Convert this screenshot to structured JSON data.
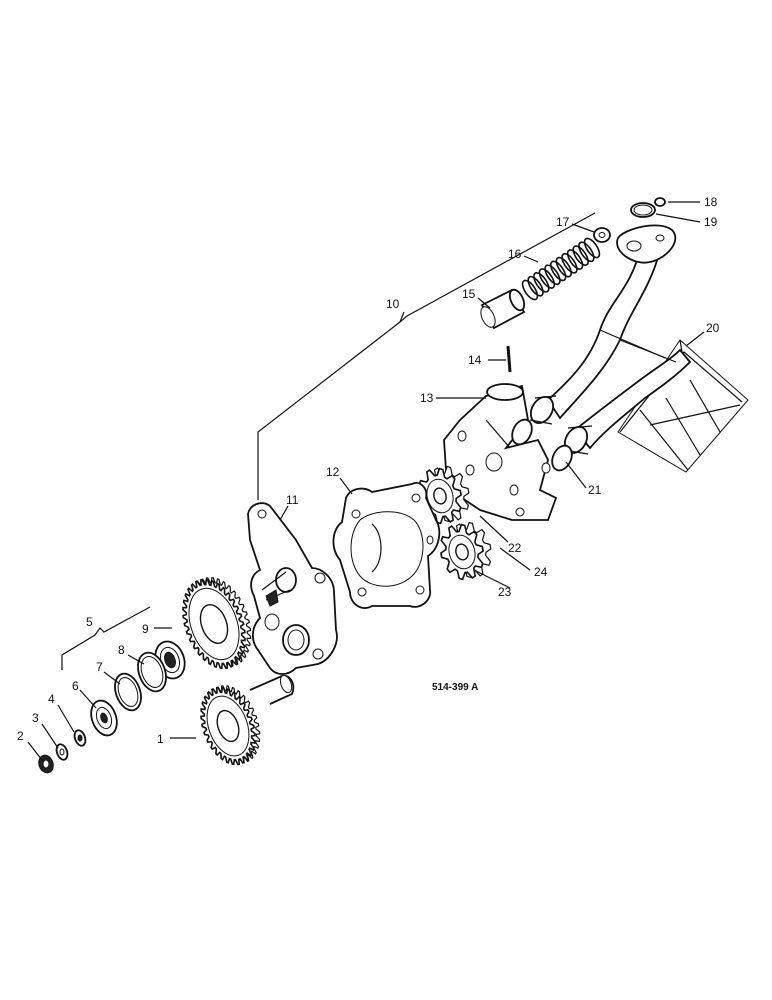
{
  "diagram": {
    "reference_code": "514-399 A",
    "labels": [
      "1",
      "2",
      "3",
      "4",
      "5",
      "6",
      "7",
      "8",
      "9",
      "10",
      "11",
      "12",
      "13",
      "14",
      "15",
      "16",
      "17",
      "18",
      "19",
      "20",
      "21",
      "22",
      "23",
      "24"
    ]
  }
}
